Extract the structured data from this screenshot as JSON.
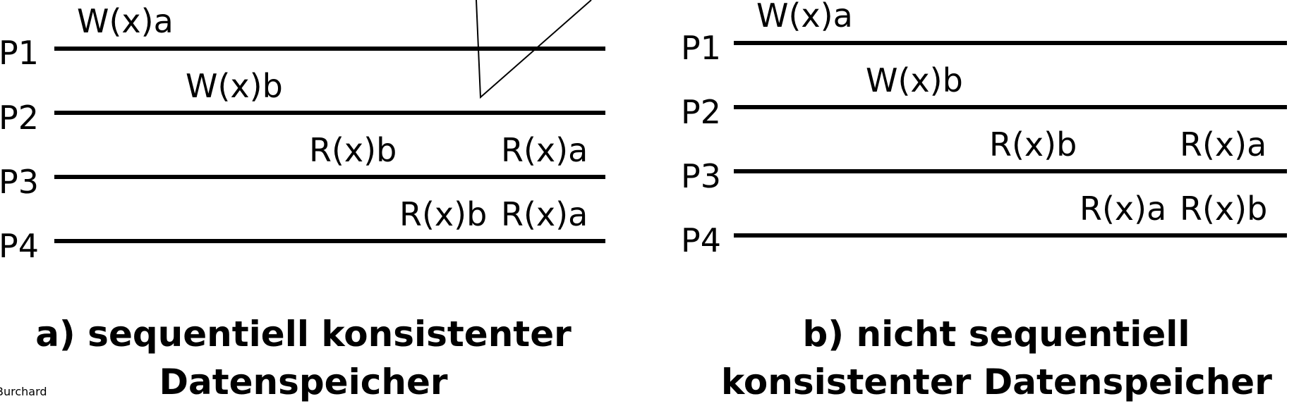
{
  "diagram_a": {
    "processes": [
      "P1",
      "P2",
      "P3",
      "P4"
    ],
    "operations": [
      "W(x)a",
      "W(x)b",
      "R(x)b",
      "R(x)a",
      "R(x)b",
      "R(x)a"
    ],
    "caption_line1": "a) sequentiell konsistenter",
    "caption_line2": "Datenspeicher"
  },
  "diagram_b": {
    "processes": [
      "P1",
      "P2",
      "P3",
      "P4"
    ],
    "operations": [
      "W(x)a",
      "W(x)b",
      "R(x)b",
      "R(x)a",
      "R(x)a",
      "R(x)b"
    ],
    "caption_line1": "b) nicht sequentiell",
    "caption_line2": "konsistenter Datenspeicher"
  },
  "credit": "Burchard"
}
